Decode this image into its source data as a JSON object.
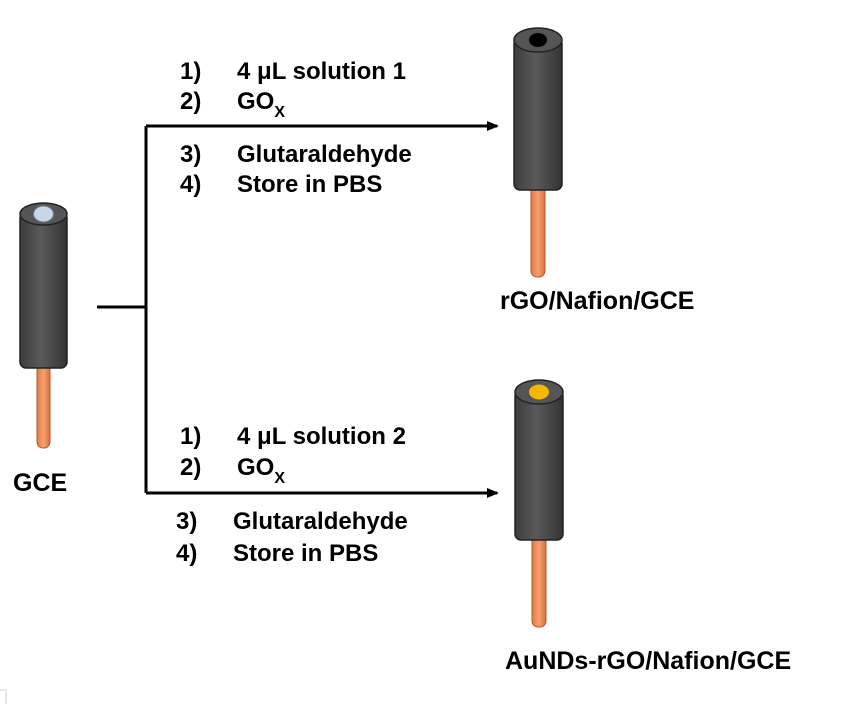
{
  "start": {
    "label": "GCE",
    "colors": {
      "body": "#4a4a4a",
      "tip": "#c8d7e8",
      "wire": "#f0935e"
    }
  },
  "top_branch": {
    "steps_above": [
      {
        "num": "1)",
        "text": "4 μL solution 1"
      },
      {
        "num": "2)",
        "text": "GO",
        "sub": "X"
      }
    ],
    "steps_below": [
      {
        "num": "3)",
        "text": "Glutaraldehyde"
      },
      {
        "num": "4)",
        "text": "Store in PBS"
      }
    ],
    "product_label": "rGO/Nafion/GCE",
    "tip_color": "#000000"
  },
  "bottom_branch": {
    "steps_above": [
      {
        "num": "1)",
        "text": "4 μL solution 2"
      },
      {
        "num": "2)",
        "text": "GO",
        "sub": "X"
      }
    ],
    "steps_below": [
      {
        "num": "3)",
        "text": "Glutaraldehyde"
      },
      {
        "num": "4)",
        "text": "Store in PBS"
      }
    ],
    "product_label": "AuNDs-rGO/Nafion/GCE",
    "tip_color": "#f5b800"
  }
}
